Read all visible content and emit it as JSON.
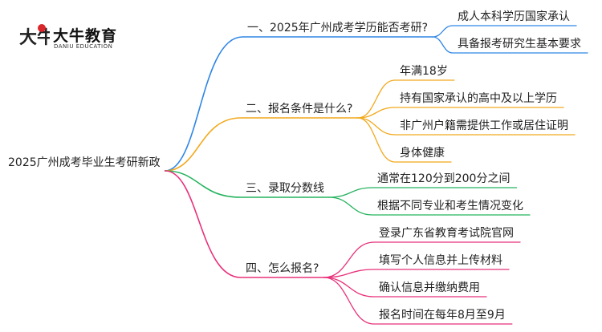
{
  "logo": {
    "mark_text": "大牛",
    "name": "大牛教育",
    "en": "DANIU EDUCATION",
    "accent": "#d9262b"
  },
  "root": "2025广州成考毕业生考研新政",
  "branches": [
    {
      "id": "b1",
      "label": "一、2025年广州成考学历能否考研?",
      "color": "#2f86e6",
      "leaves": [
        "成人本科学历国家承认",
        "具备报考研究生基本要求"
      ]
    },
    {
      "id": "b2",
      "label": "二、报名条件是什么?",
      "color": "#f2a91c",
      "leaves": [
        "年满18岁",
        "持有国家承认的高中及以上学历",
        "非广州户籍需提供工作或居住证明",
        "身体健康"
      ]
    },
    {
      "id": "b3",
      "label": "三、录取分数线",
      "color": "#25b35e",
      "leaves": [
        "通常在120分到200分之间",
        "根据不同专业和考生情况变化"
      ]
    },
    {
      "id": "b4",
      "label": "四、怎么报名?",
      "color": "#e8307a",
      "leaves": [
        "登录广东省教育考试院官网",
        "填写个人信息并上传材料",
        "确认信息并缴纳费用",
        "报名时间在每年8月至9月"
      ]
    }
  ]
}
